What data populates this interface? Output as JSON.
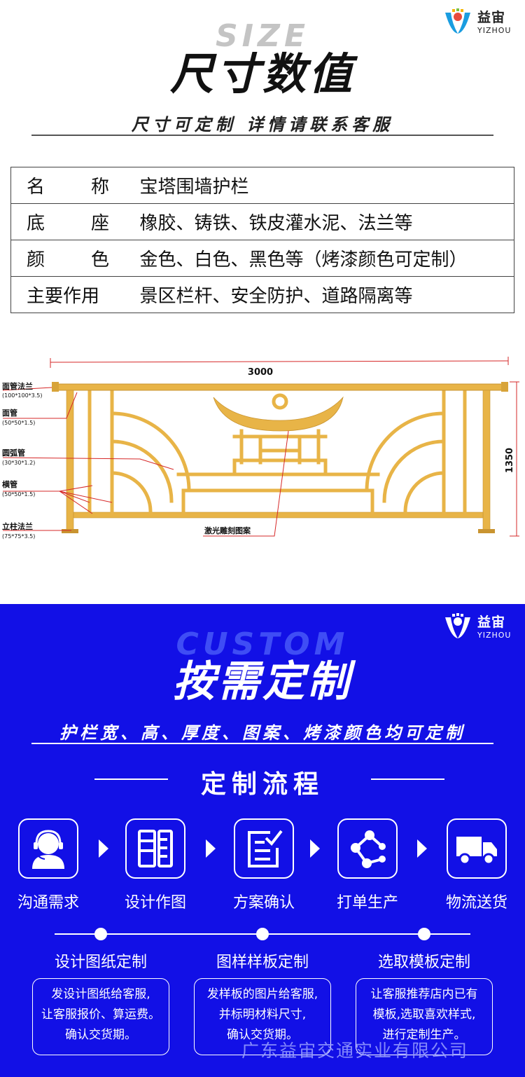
{
  "brand": {
    "name_cn": "益宙",
    "name_en": "YIZHOU"
  },
  "size_section": {
    "title_en": "SIZE",
    "title_cn": "尺寸数值",
    "subtitle": "尺寸可定制   详情请联系客服"
  },
  "spec_table": [
    {
      "key": [
        "名",
        "称"
      ],
      "value": "宝塔围墙护栏"
    },
    {
      "key": [
        "底",
        "座"
      ],
      "value": "橡胶、铸铁、铁皮灌水泥、法兰等"
    },
    {
      "key": [
        "颜",
        "色"
      ],
      "value": "金色、白色、黑色等（烤漆颜色可定制）"
    },
    {
      "key": [
        "主要作用"
      ],
      "value": "景区栏杆、安全防护、道路隔离等"
    }
  ],
  "drawing": {
    "width_label": "3000",
    "height_label": "1350",
    "pattern_label": "激光雕刻图案",
    "parts": [
      {
        "name": "面管法兰",
        "spec": "(100*100*3.5)"
      },
      {
        "name": "面管",
        "spec": "(50*50*1.5)"
      },
      {
        "name": "圆弧管",
        "spec": "(30*30*1.2)"
      },
      {
        "name": "横管",
        "spec": "(50*50*1.5)"
      },
      {
        "name": "立柱法兰",
        "spec": "(75*75*3.5)"
      }
    ],
    "colors": {
      "gold": "#e8b447",
      "gold_dark": "#c99430",
      "line": "#d62828"
    }
  },
  "custom_section": {
    "title_en": "CUSTOM",
    "title_cn": "按需定制",
    "subtitle": "护栏宽、高、厚度、图案、烤漆颜色均可定制",
    "process_title": "定制流程",
    "steps": [
      {
        "label": "沟通需求",
        "icon": "customer-service-icon"
      },
      {
        "label": "设计作图",
        "icon": "design-drawing-icon"
      },
      {
        "label": "方案确认",
        "icon": "checklist-icon"
      },
      {
        "label": "打单生产",
        "icon": "share-nodes-icon"
      },
      {
        "label": "物流送货",
        "icon": "truck-icon"
      }
    ],
    "options": [
      {
        "title": "设计图纸定制",
        "lines": [
          "发设计图纸给客服,",
          "让客服报价、算运费。",
          "确认交货期。"
        ]
      },
      {
        "title": "图样样板定制",
        "lines": [
          "发样板的图片给客服,",
          "并标明材料尺寸,",
          "确认交货期。"
        ]
      },
      {
        "title": "选取模板定制",
        "lines": [
          "让客服推荐店内已有",
          "模板,选取喜欢样式,",
          "进行定制生产。"
        ]
      }
    ],
    "background": "#1210e6"
  },
  "footer": "广东益宙交通实业有限公司"
}
